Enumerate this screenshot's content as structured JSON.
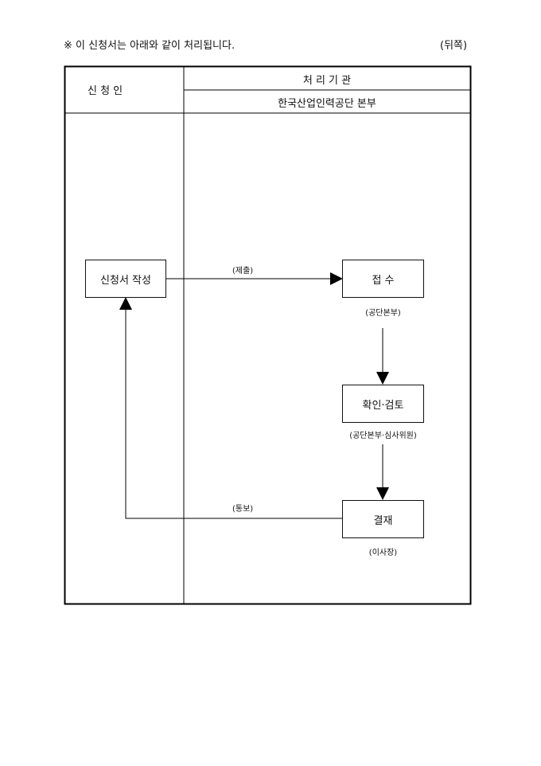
{
  "notice": "※ 이 신청서는 아래와 같이 처리됩니다.",
  "page_side": "(뒤쪽)",
  "header": {
    "applicant": "신 청 인",
    "processing_org": "처 리 기 관",
    "org_name": "한국산업인력공단 본부"
  },
  "flow": {
    "write_application": "신청서 작성",
    "submit_label": "(제출)",
    "receipt": "접 수",
    "receipt_by": "(공단본부)",
    "review": "확인·검토",
    "review_by": "(공단본부·심사위원)",
    "approval": "결재",
    "approval_by": "(이사장)",
    "notify_label": "(통보)"
  }
}
